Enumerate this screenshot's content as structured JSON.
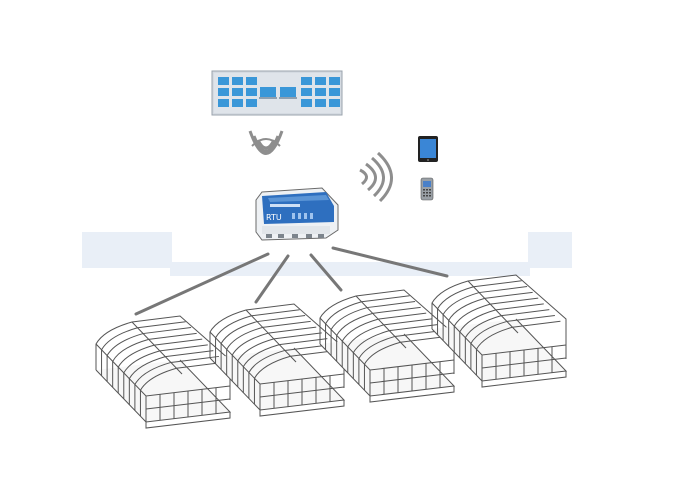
{
  "diagram": {
    "server": {
      "icon": "server-rack-icon"
    },
    "links": [
      {
        "icon": "wifi-signal-icon",
        "between": [
          "server",
          "gateway"
        ]
      },
      {
        "icon": "wifi-signal-icon",
        "between": [
          "gateway",
          "mobile-devices"
        ]
      }
    ],
    "devices": [
      {
        "icon": "tablet-icon"
      },
      {
        "icon": "mobile-phone-icon"
      }
    ],
    "gateway": {
      "icon": "rtu-gateway-icon",
      "label": "RTU"
    },
    "greenhouses": [
      {
        "icon": "greenhouse-icon"
      },
      {
        "icon": "greenhouse-icon"
      },
      {
        "icon": "greenhouse-icon"
      },
      {
        "icon": "greenhouse-icon"
      }
    ],
    "colors": {
      "band": "#e8eef7",
      "server_body": "#d7dde4",
      "server_panel": "#3a97d8",
      "wifi": "#8a8a8a",
      "line": "#7a7a7a",
      "gateway_body": "#f2f4f6",
      "gateway_face": "#2f74c0",
      "outline": "#555555"
    }
  }
}
